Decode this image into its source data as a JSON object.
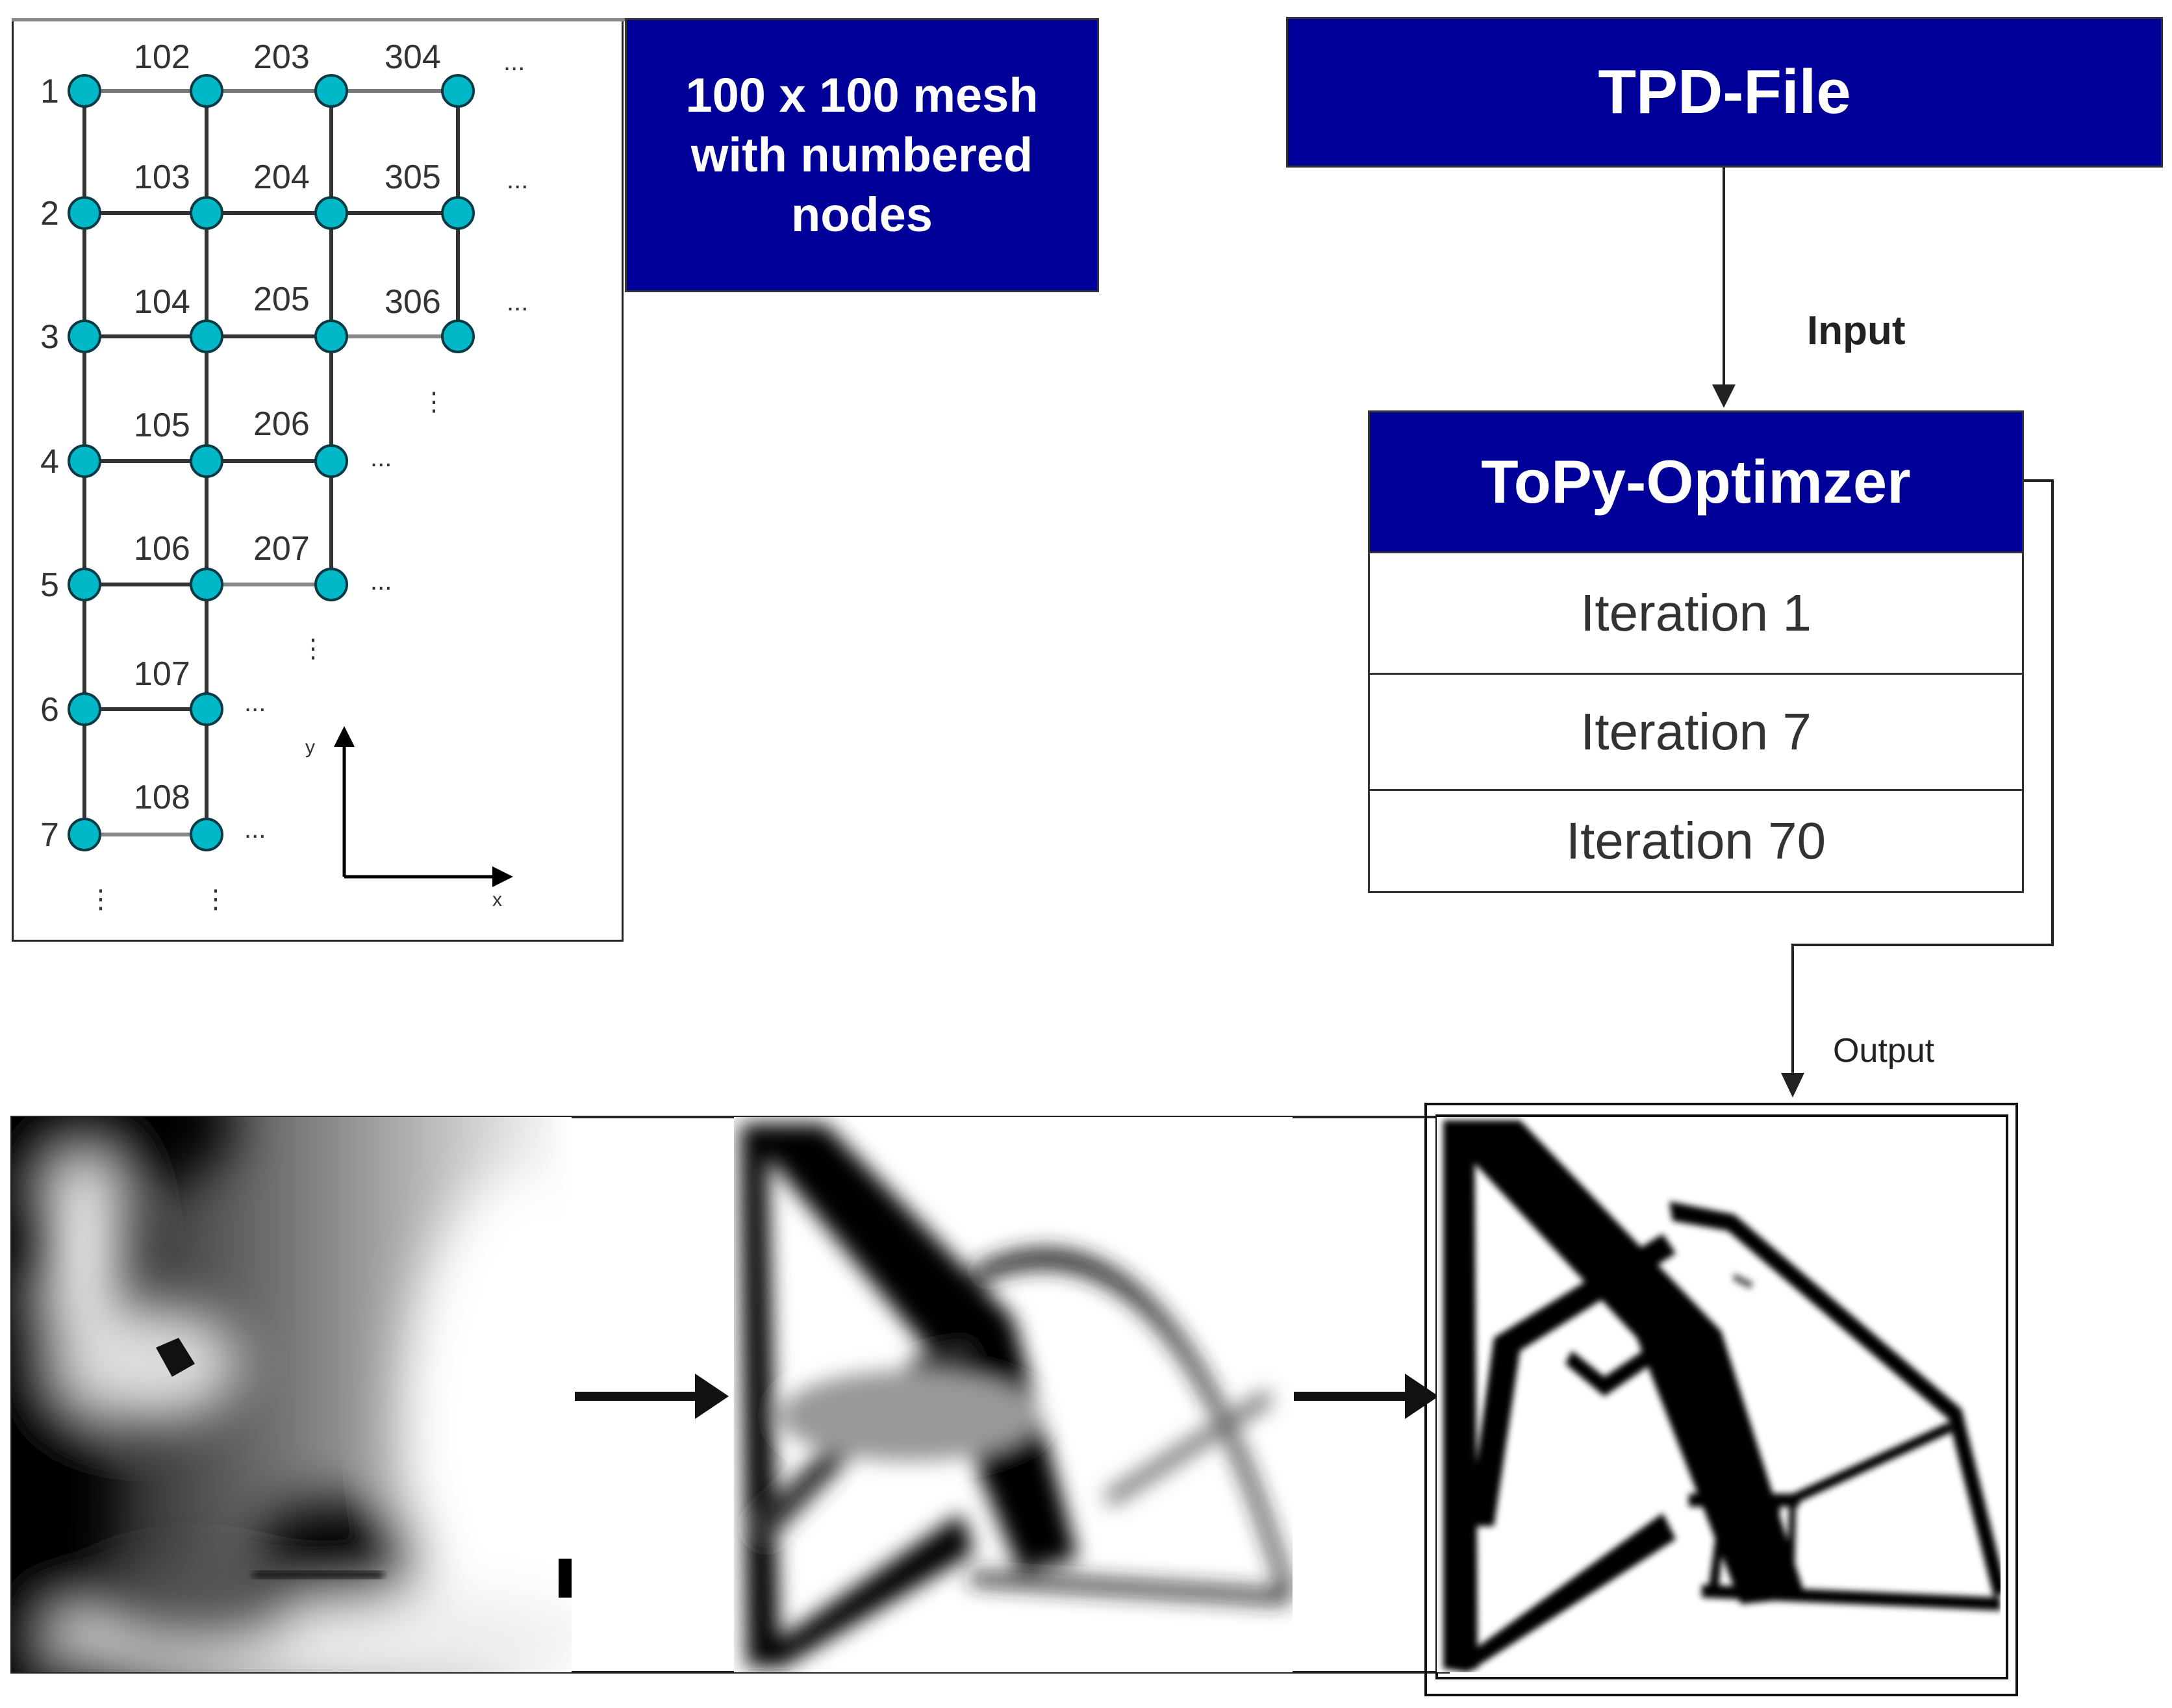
{
  "mesh": {
    "caption": "100 x 100 mesh with numbered nodes",
    "row_labels": [
      "1",
      "2",
      "3",
      "4",
      "5",
      "6",
      "7"
    ],
    "node_labels": [
      "102",
      "203",
      "304",
      "103",
      "204",
      "305",
      "104",
      "205",
      "306",
      "105",
      "206",
      "106",
      "207",
      "107",
      "108"
    ],
    "ellipsis": "...",
    "vertical_ellipsis": "⋮",
    "axis_y": "y",
    "axis_x": "x",
    "node_color": "#00B8C8"
  },
  "flow": {
    "tpd_file": "TPD-File",
    "input_label": "Input",
    "optimizer_title": "ToPy-Optimzer",
    "iterations": [
      "Iteration 1",
      "Iteration 7",
      "Iteration 70"
    ],
    "output_label": "Output",
    "box_color": "#000099"
  }
}
